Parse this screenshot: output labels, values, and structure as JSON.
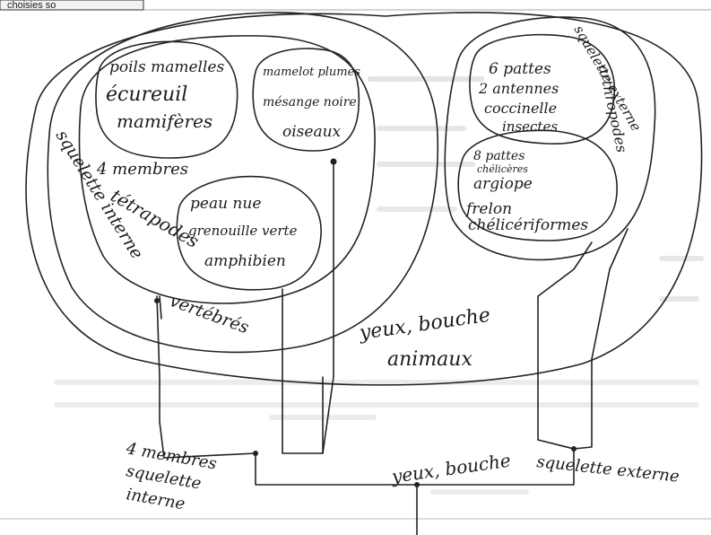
{
  "top_fragment": "choisies so",
  "groups": {
    "animaux": {
      "line1": "yeux, bouche",
      "line2": "animaux"
    },
    "vertebres": {
      "label": "vertébrés",
      "trait": "squelette interne"
    },
    "tetrapodes": {
      "trait": "4 membres",
      "label": "tétrapodes"
    },
    "mammiferes": {
      "trait": "poils mamelles",
      "example": "écureuil",
      "label": "mamifères"
    },
    "oiseaux": {
      "trait": "mamelot plumes",
      "example": "mésange noire",
      "label": "oiseaux"
    },
    "amphibiens": {
      "trait": "peau nue",
      "example": "grenouille verte",
      "label": "amphibien"
    },
    "arthropodes": {
      "label": "arthropodes",
      "trait": "squelette externe"
    },
    "insectes": {
      "trait1": "6 pattes",
      "trait2": "2 antennes",
      "example": "coccinelle",
      "label": "insectes"
    },
    "cheliceriformes": {
      "trait1": "8 pattes",
      "trait2": "chélicères",
      "example1": "argiope",
      "example2": "frelon",
      "label": "chélicériformes"
    }
  },
  "tree": {
    "vertebrate_branch": {
      "line1": "4 membres",
      "line2": "squelette",
      "line3": "interne"
    },
    "root_label": "yeux, bouche",
    "arthropod_branch": "squelette externe"
  }
}
